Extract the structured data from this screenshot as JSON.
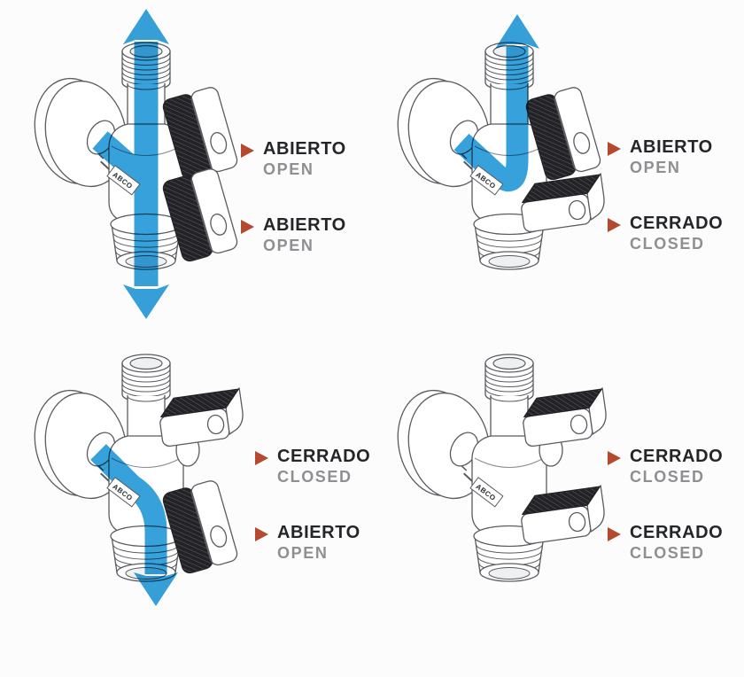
{
  "page": {
    "background": "#fcfcfc"
  },
  "palette": {
    "flow_blue": "#2B9CD8",
    "marker": "#B34A2F",
    "text_primary": "#232528",
    "text_secondary": "#8E8F92",
    "line_art": "#5A5B60",
    "handle_dark": "#232327"
  },
  "brand_label": "ABCO",
  "quadrants": [
    {
      "name": "top-left",
      "valve": {
        "upper_handle": "open",
        "lower_handle": "open",
        "flow": "through"
      },
      "labels": [
        {
          "es": "ABIERTO",
          "en": "OPEN"
        },
        {
          "es": "ABIERTO",
          "en": "OPEN"
        }
      ]
    },
    {
      "name": "top-right",
      "valve": {
        "upper_handle": "open",
        "lower_handle": "closed",
        "flow": "up"
      },
      "labels": [
        {
          "es": "ABIERTO",
          "en": "OPEN"
        },
        {
          "es": "CERRADO",
          "en": "CLOSED"
        }
      ]
    },
    {
      "name": "bottom-left",
      "valve": {
        "upper_handle": "closed",
        "lower_handle": "open",
        "flow": "down"
      },
      "labels": [
        {
          "es": "CERRADO",
          "en": "CLOSED"
        },
        {
          "es": "ABIERTO",
          "en": "OPEN"
        }
      ]
    },
    {
      "name": "bottom-right",
      "valve": {
        "upper_handle": "closed",
        "lower_handle": "closed",
        "flow": "none"
      },
      "labels": [
        {
          "es": "CERRADO",
          "en": "CLOSED"
        },
        {
          "es": "CERRADO",
          "en": "CLOSED"
        }
      ]
    }
  ]
}
